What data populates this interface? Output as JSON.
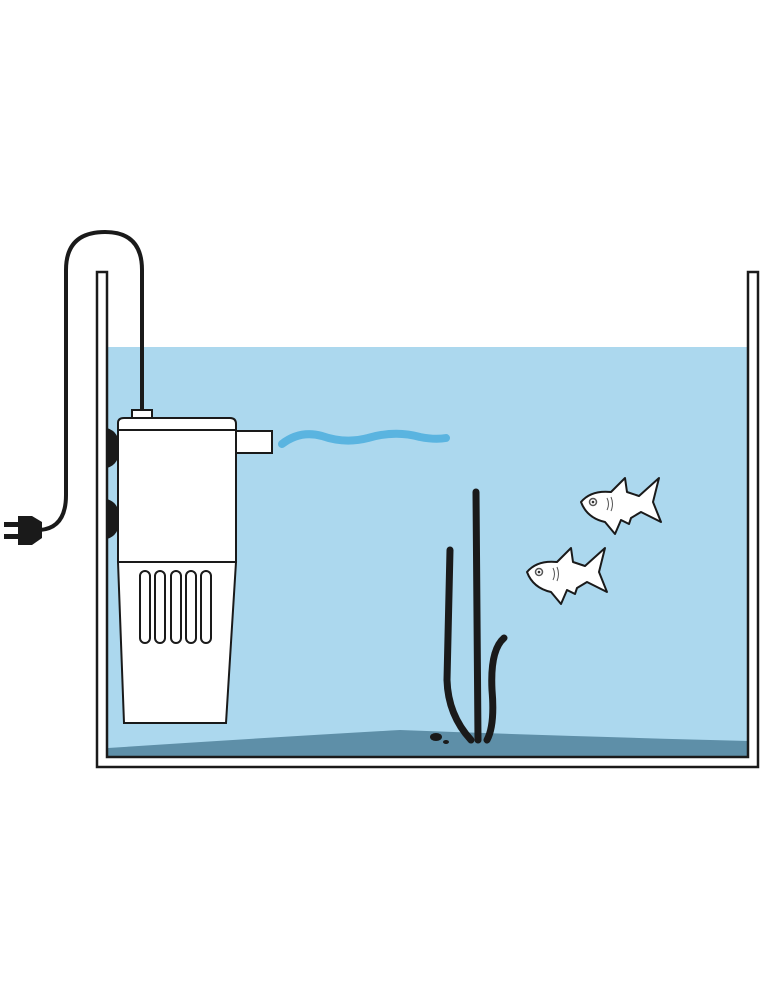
{
  "colors": {
    "water": "#acd8ee",
    "sand": "#5e8fa8",
    "outline": "#1a1a1a",
    "flow": "#5ab4e0",
    "background": "#ffffff"
  },
  "icons": [
    "aquarium-tank",
    "internal-filter",
    "power-plug",
    "water-flow",
    "plant",
    "fish"
  ]
}
